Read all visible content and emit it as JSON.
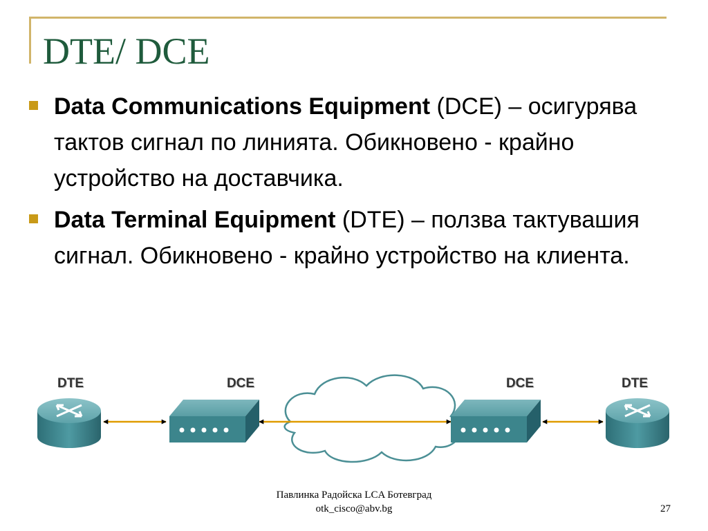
{
  "slide": {
    "title": "DTE/ DCE",
    "colors": {
      "title": "#1f5b3c",
      "bullet": "#c99a18",
      "accent_line": "#d1b56a",
      "arrow": "#e09b00"
    }
  },
  "bullets": [
    {
      "term": "Data Communications Equipment",
      "text": " (DCE) – осигурява тактов сигнал по линията. Обикновено - крайно устройство на доставчика."
    },
    {
      "term": "Data Terminal Equipment",
      "text": " (DTE) – ползва тактувашия сигнал. Обикновено - крайно устройство на клиента."
    }
  ],
  "diagram": {
    "labels": {
      "dte_left": "DTE",
      "dce_left": "DCE",
      "dce_right": "DCE",
      "dte_right": "DTE"
    },
    "icons": [
      "router-icon",
      "modem-icon",
      "cloud-icon",
      "modem-icon",
      "router-icon"
    ]
  },
  "footer": {
    "line1": "Павлинка Радойска LCA Ботевград",
    "line2": "otk_cisco@abv.bg",
    "slide_number": "27"
  }
}
